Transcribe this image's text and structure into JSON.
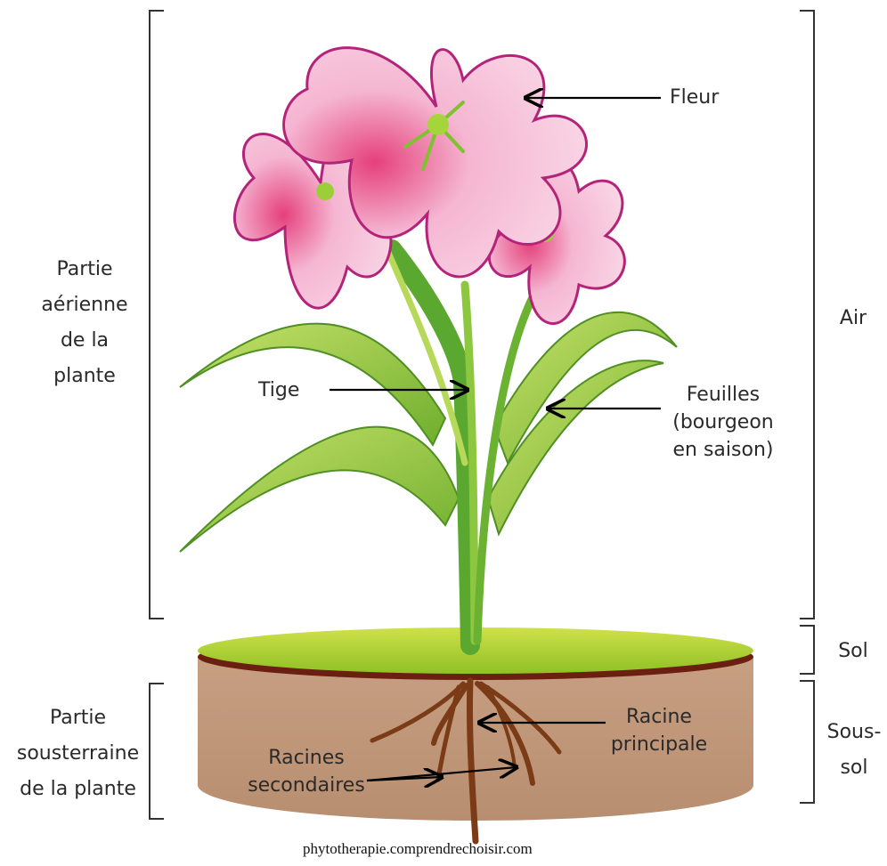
{
  "diagram": {
    "labels": {
      "fleur": "Fleur",
      "tige": "Tige",
      "feuilles": [
        "Feuilles",
        "(bourgeon",
        "en saison)"
      ],
      "racine_principale": [
        "Racine",
        "principale"
      ],
      "racines_secondaires": [
        "Racines",
        "secondaires"
      ]
    },
    "zones_left": {
      "aerienne": [
        "Partie",
        "aérienne",
        "de la",
        "plante"
      ],
      "souterraine": [
        "Partie",
        "sousterraine",
        "de la plante"
      ]
    },
    "zones_right": {
      "air": "Air",
      "sol": "Sol",
      "sous_sol": [
        "Sous-",
        "sol"
      ]
    },
    "credit": "phytotherapie.comprendrechoisir.com"
  },
  "colors": {
    "petal": "#f6c9de",
    "petal_edge": "#b4237a",
    "petal_vein": "#e2457e",
    "leaf": "#8cc63e",
    "leaf_dark": "#4f8f23",
    "stem": "#5aa830",
    "soil_top": "#a4cd2c",
    "soil_rim": "#6b1f10",
    "soil_body": "#c7a083",
    "root": "#7a3b16"
  }
}
